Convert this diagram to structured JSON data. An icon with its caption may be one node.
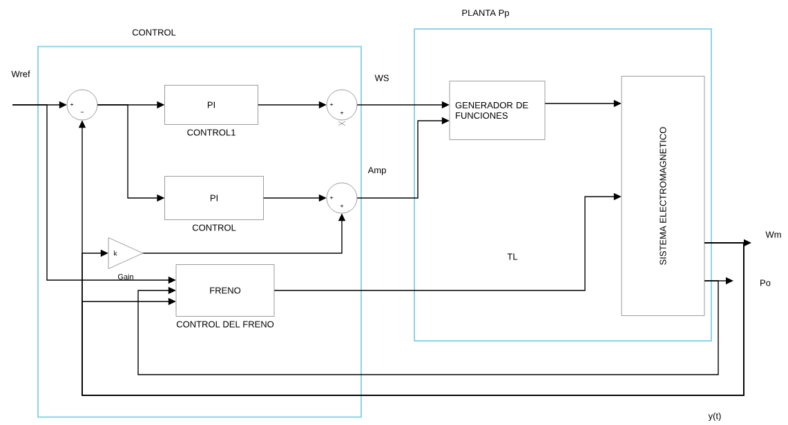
{
  "diagram": {
    "nodes": [
      {
        "text": [
          "CONTROL"
        ]
      },
      {
        "text": [
          "PLANTA Pp"
        ]
      },
      {
        "text": [
          "+",
          "−"
        ],
        "in": 0
      },
      {
        "text": [
          "PI",
          "CONTROL1"
        ],
        "in": 0
      },
      {
        "text": [
          "+",
          "+"
        ],
        "in": 0
      },
      {
        "text": [
          "PI",
          "CONTROL"
        ],
        "in": 0
      },
      {
        "text": [
          "+",
          "+"
        ],
        "in": 0
      },
      {
        "text": [
          "k",
          "Gain"
        ],
        "in": 0
      },
      {
        "text": [
          "FRENO",
          "CONTROL DEL FRENO"
        ],
        "in": 0
      },
      {
        "text": [
          "GENERADOR DE FUNCIONES"
        ],
        "in": 1
      },
      {
        "text": [
          "SISTEMA ELECTROMAGNETICO"
        ],
        "in": 1
      }
    ],
    "edges": [
      {
        "from": null,
        "to": 2,
        "arrow": "to",
        "label": "Wref"
      },
      {
        "from": 2,
        "to": 3,
        "arrow": "to"
      },
      {
        "from": 3,
        "to": 4,
        "arrow": "to"
      },
      {
        "from": 2,
        "to": 5,
        "arrow": "to"
      },
      {
        "from": 5,
        "to": 6,
        "arrow": "to"
      },
      {
        "from": 7,
        "to": 6,
        "arrow": "to"
      },
      {
        "from": 4,
        "to": 9,
        "arrow": "to",
        "label": "WS"
      },
      {
        "from": 6,
        "to": 9,
        "arrow": "to",
        "label": "Amp"
      },
      {
        "from": 9,
        "to": 10,
        "arrow": "to"
      },
      {
        "from": 8,
        "to": 10,
        "arrow": "to",
        "label": "TL"
      },
      {
        "from": 10,
        "to": null,
        "arrow": "to",
        "label": "Wm"
      },
      {
        "from": 10,
        "to": null,
        "arrow": "to",
        "label": "Po"
      },
      {
        "from": 10,
        "to": 2,
        "arrow": "to"
      },
      {
        "from": 10,
        "to": 7,
        "arrow": "to"
      },
      {
        "from": 10,
        "to": 8,
        "arrow": "to"
      },
      {
        "from": 10,
        "to": 8,
        "arrow": "to"
      },
      {
        "from": null,
        "to": 8,
        "arrow": "to"
      }
    ],
    "labels": [
      "y(t)"
    ]
  }
}
